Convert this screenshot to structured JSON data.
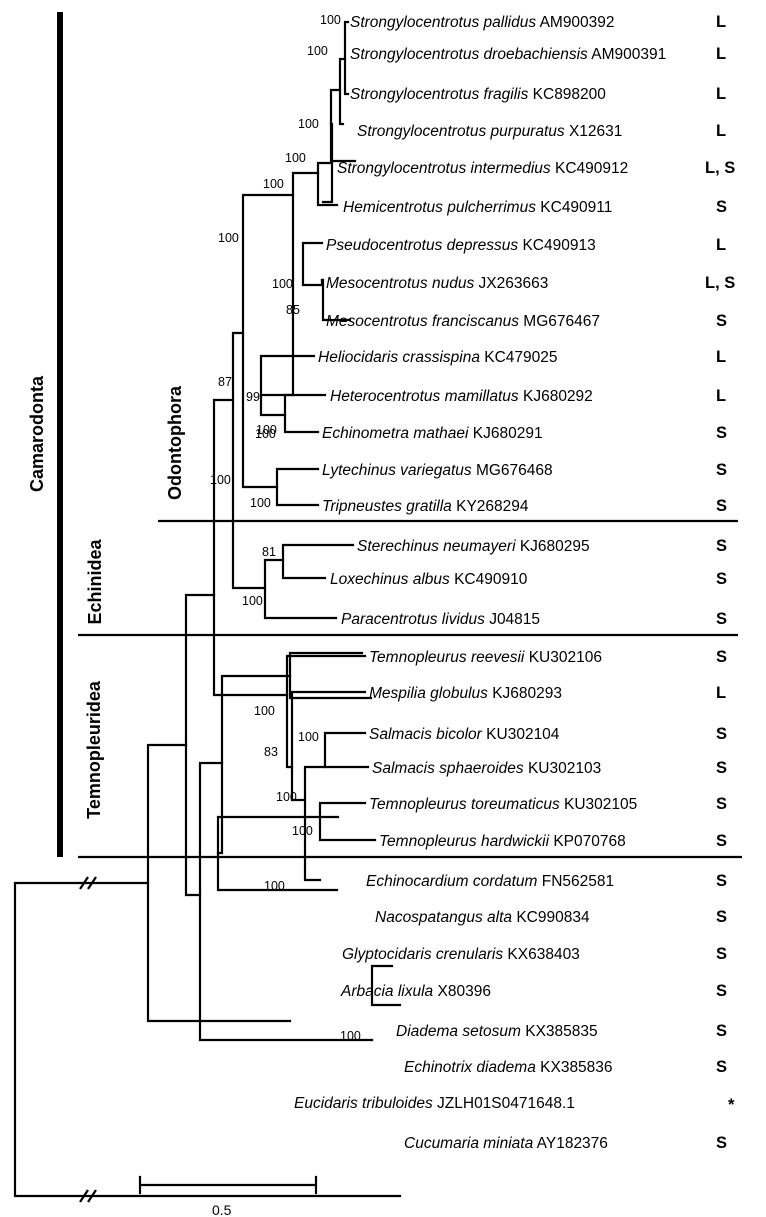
{
  "taxa": [
    {
      "genus_species": "Strongylocentrotus pallidus",
      "accession": "AM900392",
      "code": "L"
    },
    {
      "genus_species": "Strongylocentrotus droebachiensis",
      "accession": "AM900391",
      "code": "L"
    },
    {
      "genus_species": "Strongylocentrotus fragilis",
      "accession": "KC898200",
      "code": "L"
    },
    {
      "genus_species": "Strongylocentrotus purpuratus",
      "accession": "X12631",
      "code": "L"
    },
    {
      "genus_species": "Strongylocentrotus intermedius",
      "accession": "KC490912",
      "code": "L, S"
    },
    {
      "genus_species": "Hemicentrotus pulcherrimus",
      "accession": "KC490911",
      "code": "S"
    },
    {
      "genus_species": "Pseudocentrotus depressus",
      "accession": "KC490913",
      "code": "L"
    },
    {
      "genus_species": "Mesocentrotus nudus",
      "accession": "JX263663",
      "code": "L, S"
    },
    {
      "genus_species": "Mesocentrotus franciscanus",
      "accession": "MG676467",
      "code": "S"
    },
    {
      "genus_species": "Heliocidaris crassispina",
      "accession": "KC479025",
      "code": "L"
    },
    {
      "genus_species": "Heterocentrotus mamillatus",
      "accession": "KJ680292",
      "code": "L"
    },
    {
      "genus_species": "Echinometra mathaei",
      "accession": "KJ680291",
      "code": "S"
    },
    {
      "genus_species": "Lytechinus variegatus",
      "accession": "MG676468",
      "code": "S"
    },
    {
      "genus_species": "Tripneustes gratilla",
      "accession": "KY268294",
      "code": "S"
    },
    {
      "genus_species": "Sterechinus neumayeri",
      "accession": "KJ680295",
      "code": "S"
    },
    {
      "genus_species": "Loxechinus albus",
      "accession": "KC490910",
      "code": "S"
    },
    {
      "genus_species": "Paracentrotus lividus",
      "accession": "J04815",
      "code": "S"
    },
    {
      "genus_species": "Temnopleurus reevesii",
      "accession": "KU302106",
      "code": "S"
    },
    {
      "genus_species": "Mespilia globulus",
      "accession": "KJ680293",
      "code": "L"
    },
    {
      "genus_species": "Salmacis bicolor",
      "accession": "KU302104",
      "code": "S"
    },
    {
      "genus_species": "Salmacis sphaeroides",
      "accession": "KU302103",
      "code": "S"
    },
    {
      "genus_species": "Temnopleurus toreumaticus",
      "accession": "KU302105",
      "code": "S"
    },
    {
      "genus_species": "Temnopleurus hardwickii",
      "accession": "KP070768",
      "code": "S"
    },
    {
      "genus_species": "Echinocardium cordatum",
      "accession": "FN562581",
      "code": "S"
    },
    {
      "genus_species": "Nacospatangus alta",
      "accession": "KC990834",
      "code": "S"
    },
    {
      "genus_species": "Glyptocidaris crenularis",
      "accession": "KX638403",
      "code": "S"
    },
    {
      "genus_species": "Arbacia lixula",
      "accession": "X80396",
      "code": "S"
    },
    {
      "genus_species": "Diadema setosum",
      "accession": "KX385835",
      "code": "S"
    },
    {
      "genus_species": "Echinotrix diadema",
      "accession": "KX385836",
      "code": "S"
    },
    {
      "genus_species": "Eucidaris tribuloides",
      "accession": "JZLH01S0471648.1",
      "code": "*"
    },
    {
      "genus_species": "Cucumaria miniata",
      "accession": "AY182376",
      "code": "S"
    }
  ],
  "bootstrap_values": [
    "100",
    "100",
    "100",
    "100",
    "100",
    "100",
    "100",
    "85",
    "100",
    "87",
    "99",
    "100",
    "100",
    "100",
    "81",
    "100",
    "100",
    "83",
    "100",
    "100",
    "100",
    "100",
    "100"
  ],
  "clades": [
    "Camarodonta",
    "Odontophora",
    "Echinidea",
    "Temnopleuridea"
  ],
  "scale_bar_label": "0.5"
}
